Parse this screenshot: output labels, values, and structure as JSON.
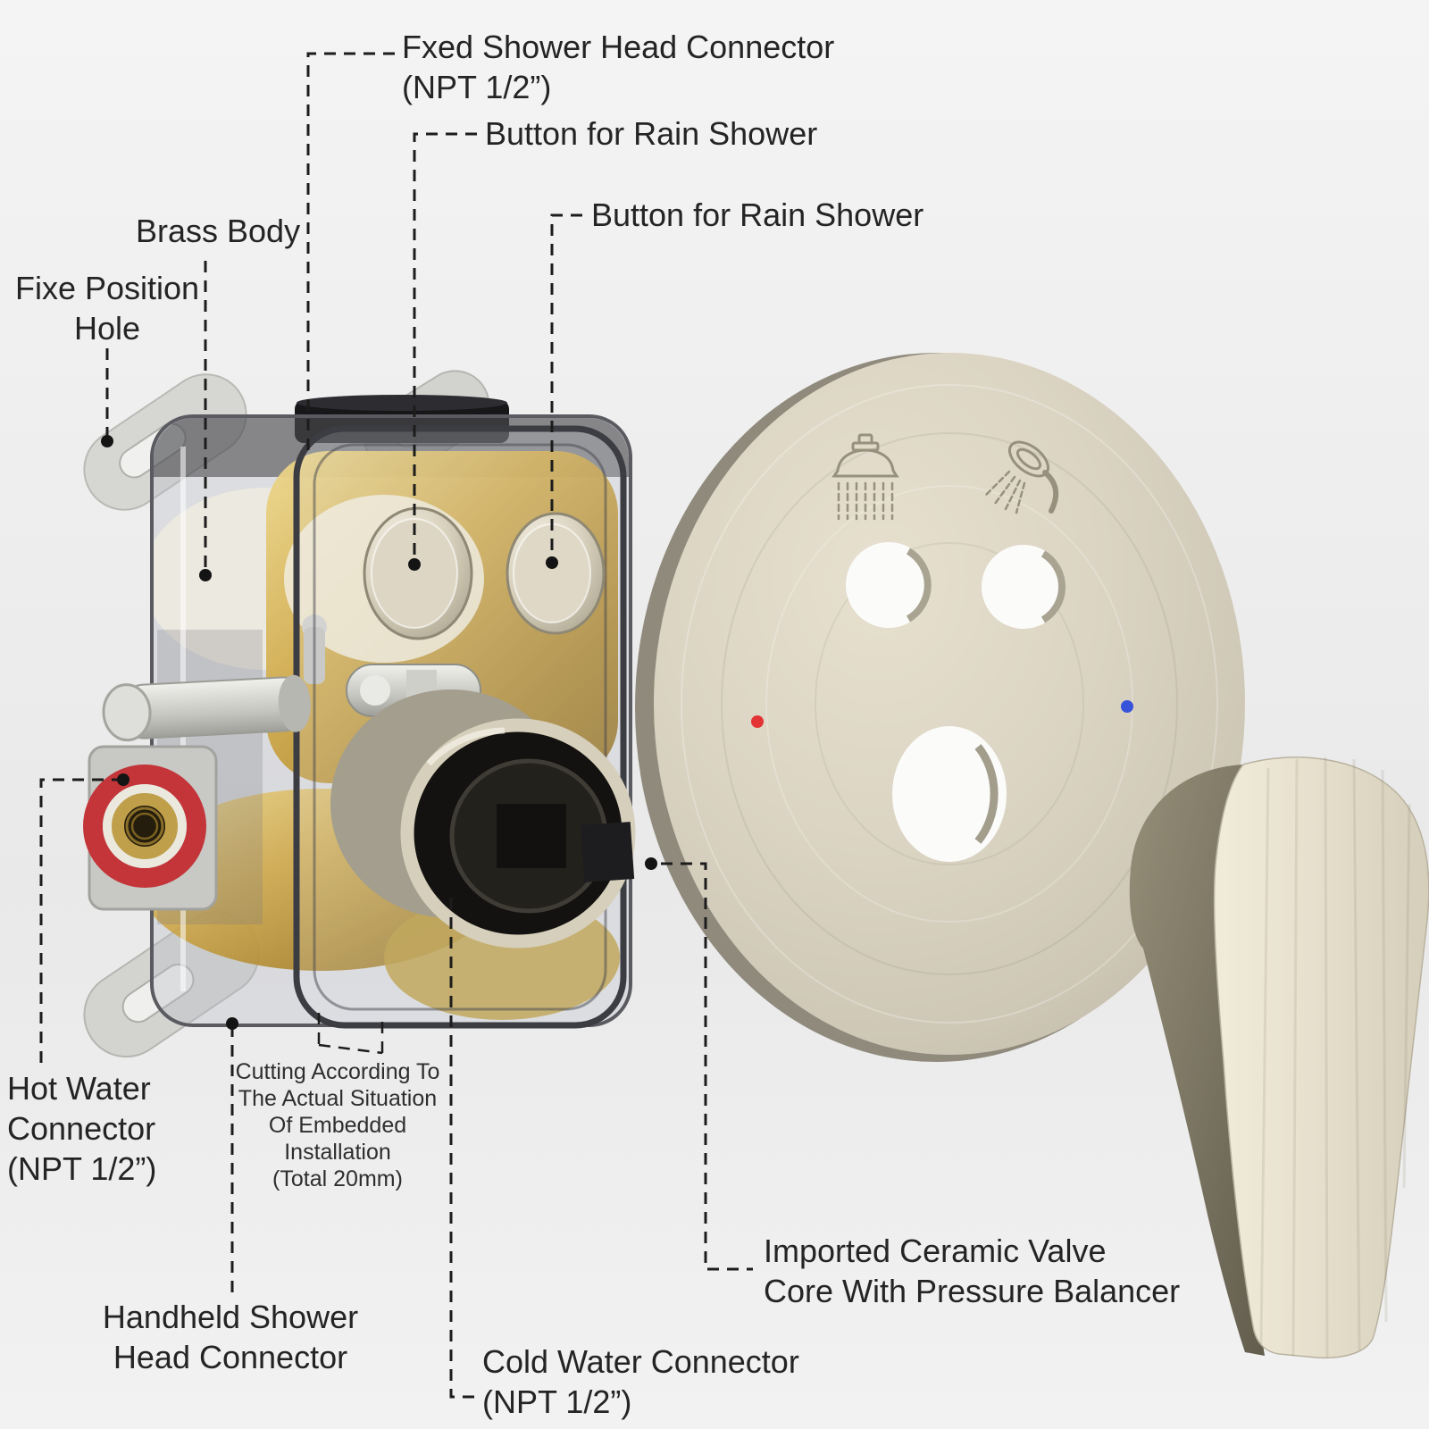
{
  "diagram": {
    "type": "product-callout-diagram",
    "subject": "Concealed shower mixer valve with trim plate and lever handle",
    "colors": {
      "background": "#eeeeee",
      "label_text": "#242424",
      "leader_line": "#1c1c1c",
      "trim_plate": "#d8d1c0",
      "brass": "#c79f3e",
      "hot_ring": "#c33539",
      "hot_marker_dot": "#e23435",
      "cold_marker_dot": "#3753d9",
      "handle_front": "#e8e2d1",
      "handle_side": "#7c7663"
    },
    "callouts": {
      "fixed_shower_head_connector": {
        "line1": "Fxed Shower Head Connector",
        "line2": "(NPT 1/2”)"
      },
      "button_rain_shower_top": {
        "text": "Button for Rain Shower"
      },
      "button_rain_shower_right": {
        "text": "Button for Rain Shower"
      },
      "brass_body": {
        "text": "Brass Body"
      },
      "fixe_position_hole": {
        "line1": "Fixe Position",
        "line2": "Hole"
      },
      "hot_water_connector": {
        "line1": "Hot Water",
        "line2": "Connector",
        "line3": "(NPT 1/2”)"
      },
      "cutting_note": {
        "line1": "Cutting According To",
        "line2": "The Actual Situation",
        "line3": "Of Embedded",
        "line4": "Installation",
        "line5": "(Total 20mm)"
      },
      "handheld_shower_head_connector": {
        "line1": "Handheld Shower",
        "line2": "Head Connector"
      },
      "cold_water_connector": {
        "line1": "Cold Water Connector",
        "line2": "(NPT 1/2”)"
      },
      "imported_ceramic_valve_core": {
        "line1": "Imported Ceramic Valve",
        "line2": "Core With Pressure Balancer"
      }
    },
    "plate_icons": [
      {
        "name": "rain-shower-icon"
      },
      {
        "name": "handheld-shower-icon"
      }
    ]
  }
}
